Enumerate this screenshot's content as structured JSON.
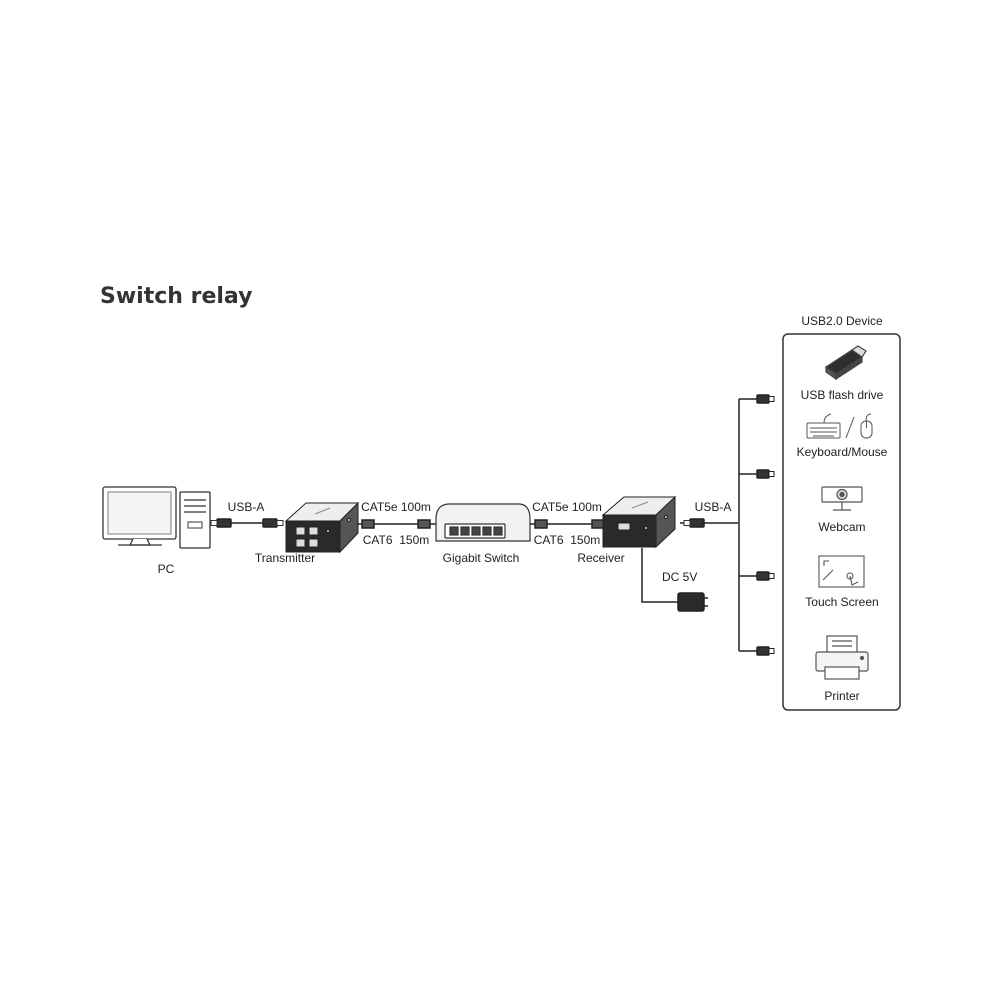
{
  "title": "Switch relay",
  "devices": {
    "pc": "PC",
    "transmitter": "Transmitter",
    "switch": "Gigabit Switch",
    "receiver": "Receiver",
    "power": "DC 5V"
  },
  "links": {
    "usb_left": "USB-A",
    "usb_right": "USB-A",
    "cat5e_left": "CAT5e 100m",
    "cat6_left": "CAT6  150m",
    "cat5e_right": "CAT5e 100m",
    "cat6_right": "CAT6  150m"
  },
  "usb_panel": {
    "title": "USB2.0 Device",
    "items": [
      {
        "label": "USB flash drive",
        "icon": "usb-flash-drive-icon"
      },
      {
        "label": "Keyboard/Mouse",
        "icon": "keyboard-mouse-icon"
      },
      {
        "label": "Webcam",
        "icon": "webcam-icon"
      },
      {
        "label": "Touch Screen",
        "icon": "touch-screen-icon"
      },
      {
        "label": "Printer",
        "icon": "printer-icon"
      }
    ]
  },
  "colors": {
    "line": "#222222",
    "device_dark": "#2a2a2a",
    "device_light": "#f2f2f2"
  }
}
